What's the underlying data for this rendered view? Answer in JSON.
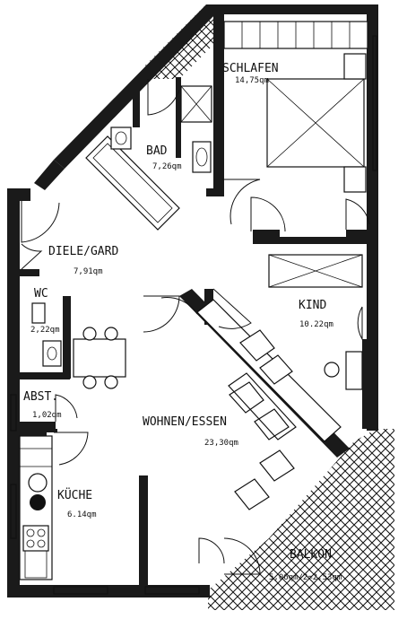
{
  "rooms": {
    "schlafen": {
      "name": "SCHLAFEN",
      "area": "14,75qm"
    },
    "bad": {
      "name": "BAD",
      "area": "7,26qm"
    },
    "diele": {
      "name": "DIELE/GARD",
      "area": "7,91qm"
    },
    "wc": {
      "name": "WC",
      "area": "2,22qm"
    },
    "kind": {
      "name": "KIND",
      "area": "10.22qm"
    },
    "abst": {
      "name": "ABST.",
      "area": "1,02qm"
    },
    "wohnen": {
      "name": "WOHNEN/ESSEN",
      "area": "23,30qm"
    },
    "kueche": {
      "name": "KÜCHE",
      "area": "6.14qm"
    },
    "balkon": {
      "name": "BALKON",
      "area": "5,06qm/2=2,53qm"
    }
  }
}
